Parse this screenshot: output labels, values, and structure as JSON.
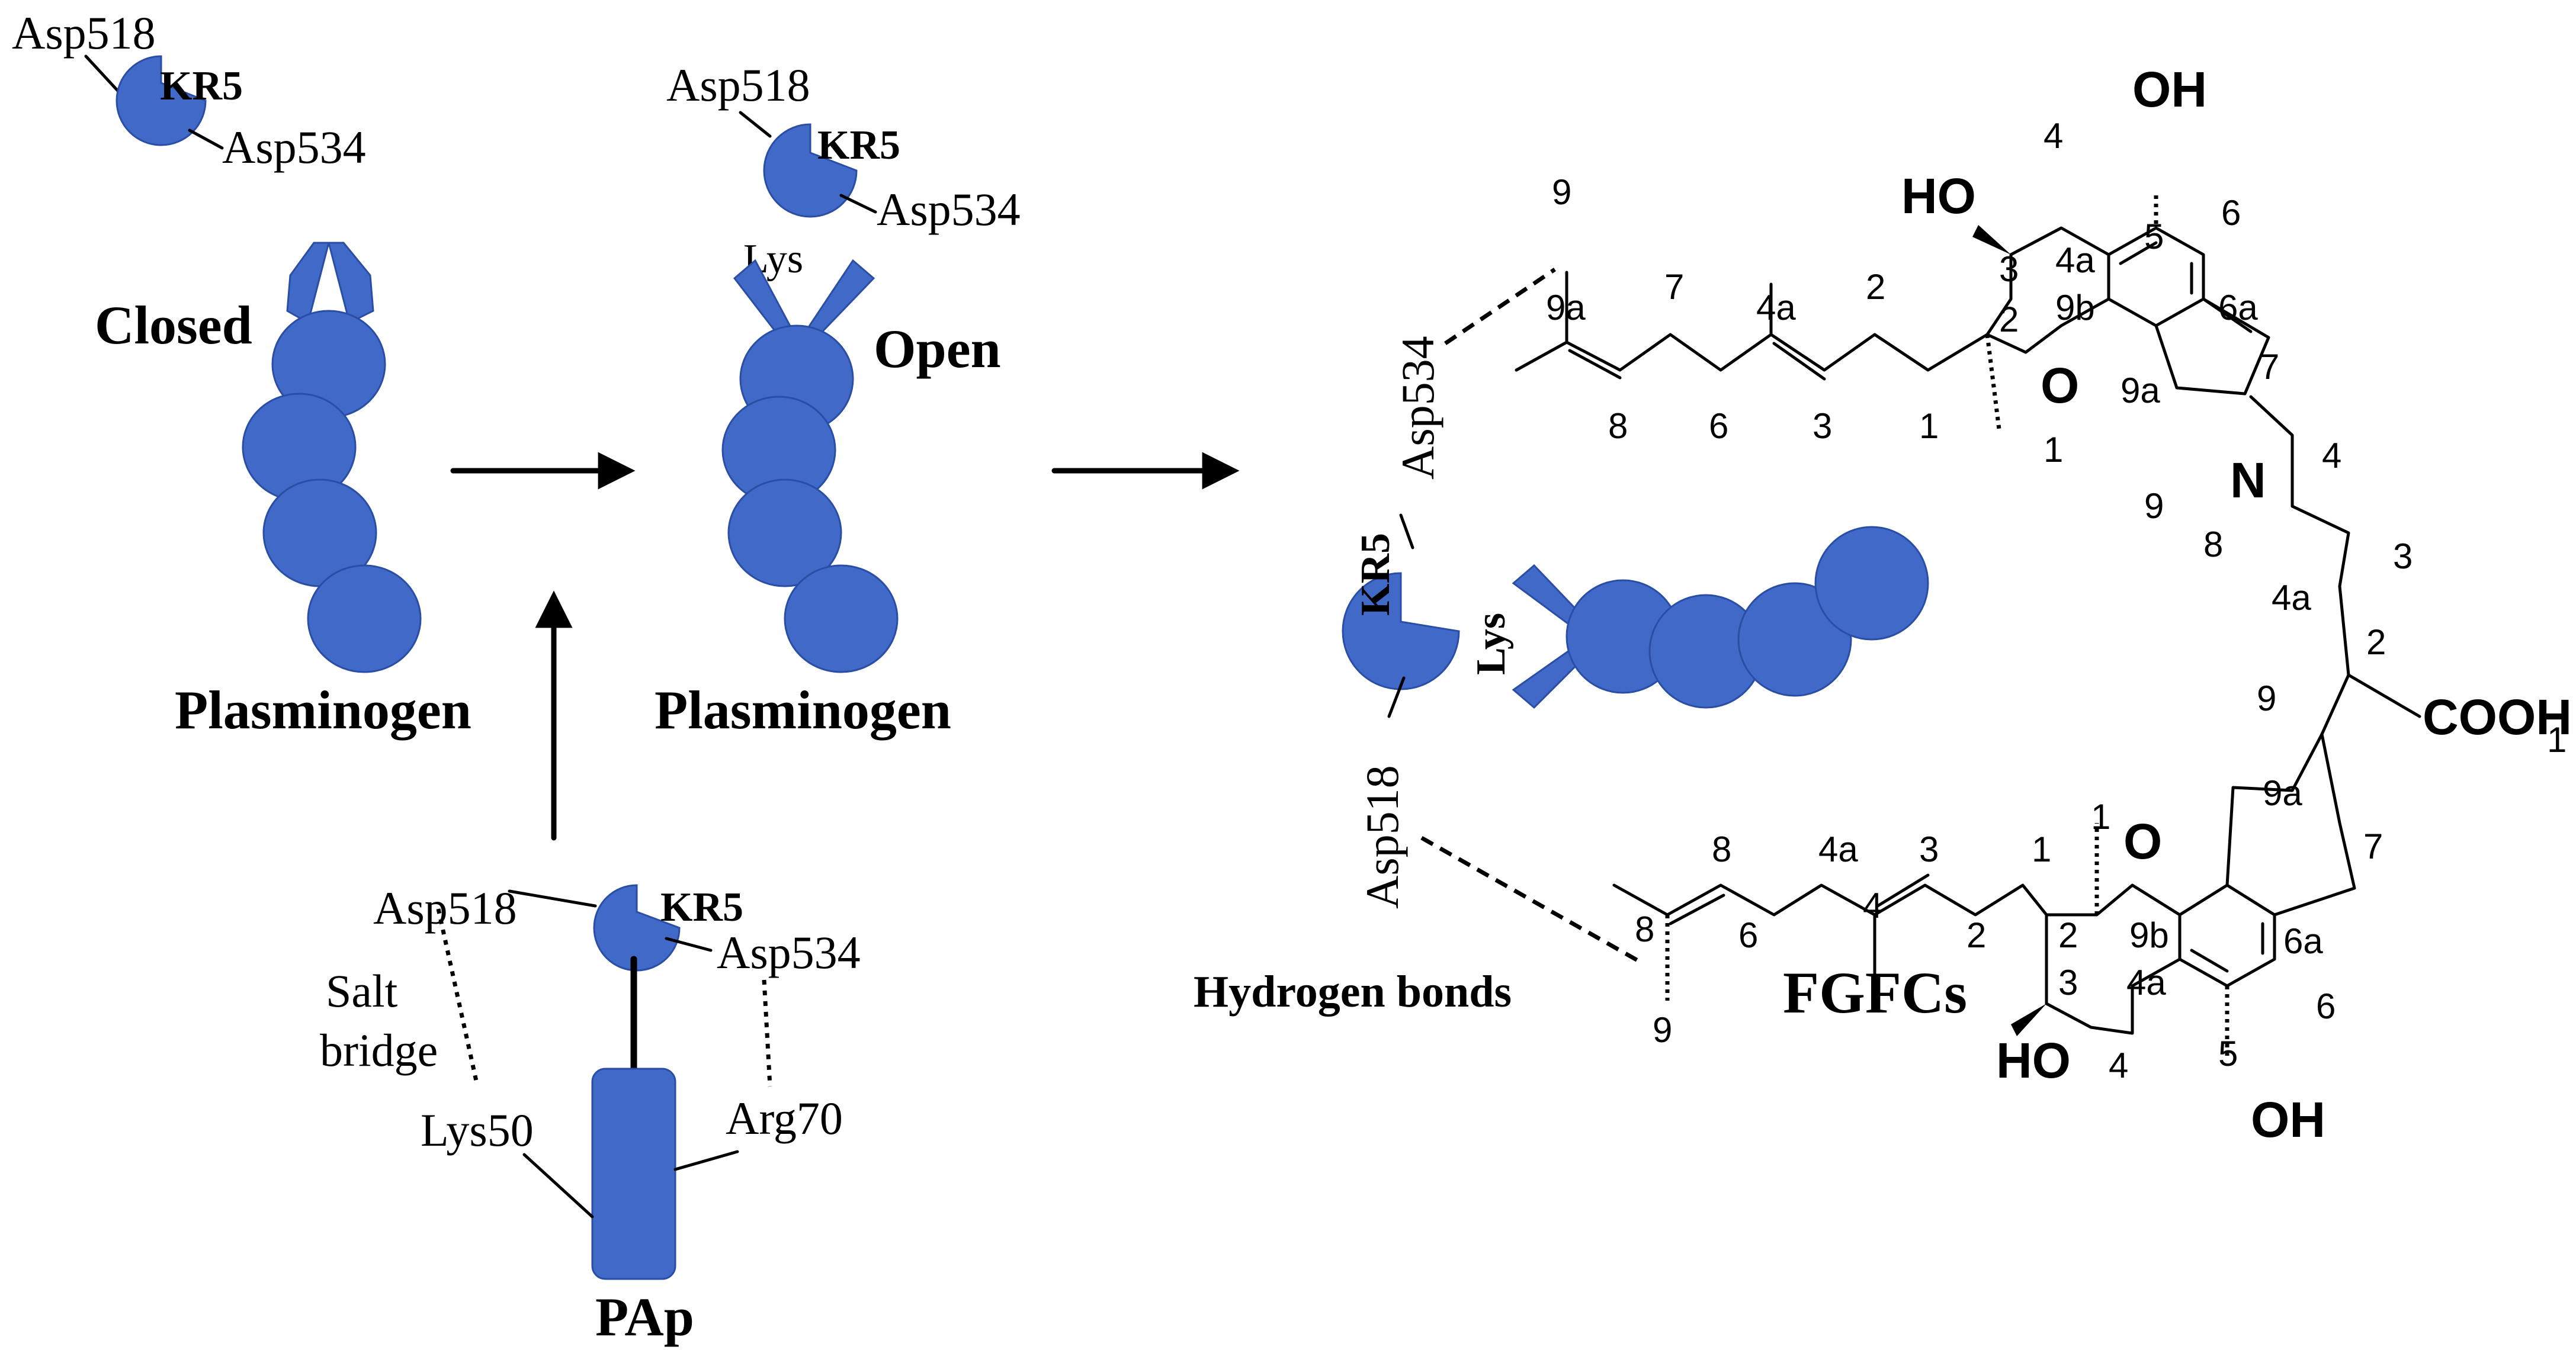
{
  "colors": {
    "domain_blue": "#4169c7",
    "outline": "#2a4ea6",
    "ink": "#000000"
  },
  "residues": {
    "asp518": "Asp518",
    "asp534": "Asp534",
    "kr5": "KR5",
    "lys": "Lys",
    "lys50": "Lys50",
    "arg70": "Arg70"
  },
  "states": {
    "closed": "Closed",
    "open": "Open"
  },
  "molecules": {
    "plasminogen": "Plasminogen",
    "pap": "PAp",
    "fgfcs": "FGFCs"
  },
  "interactions": {
    "salt_bridge_line1": "Salt",
    "salt_bridge_line2": "bridge",
    "hydrogen_bonds": "Hydrogen bonds"
  },
  "chem": {
    "oh": "OH",
    "ho": "HO",
    "o": "O",
    "n": "N",
    "cooh": "COOH",
    "cooh_subscript": "1",
    "locants": [
      "1",
      "2",
      "3",
      "4",
      "4a",
      "5",
      "6",
      "6a",
      "7",
      "8",
      "9",
      "9a",
      "9b"
    ]
  },
  "icons": [
    "kringle-domain-icon",
    "open-arrow-icon",
    "plasminogen-bead-icon"
  ]
}
